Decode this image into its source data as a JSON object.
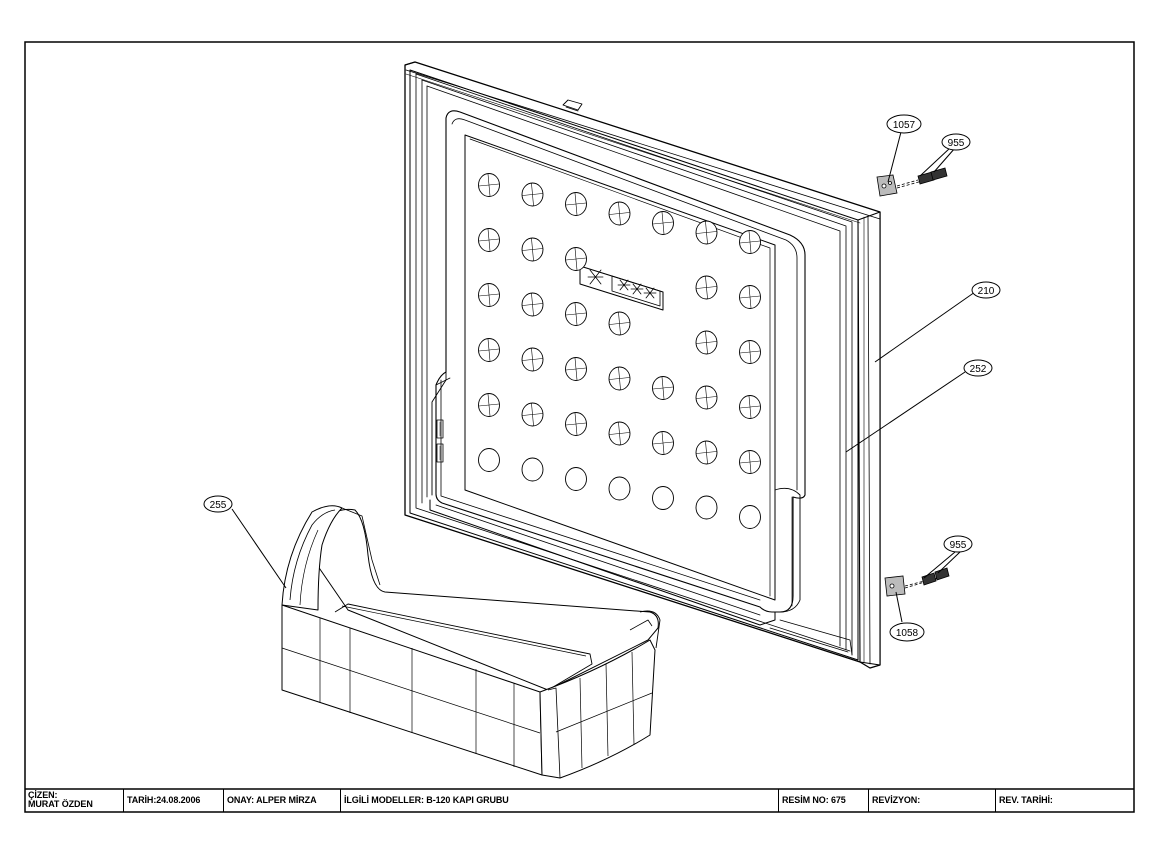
{
  "callouts": {
    "c1057": "1057",
    "c955_top": "955",
    "c210": "210",
    "c252": "252",
    "c255": "255",
    "c955_bottom": "955",
    "c1058": "1058"
  },
  "title_block": {
    "drawn_by_label": "ÇİZEN:",
    "drawn_by_name": "MURAT ÖZDEN",
    "date": "TARİH:24.08.2006",
    "approval": "ONAY: ALPER MİRZA",
    "models": "İLGİLİ MODELLER: B-120 KAPI GRUBU",
    "drawing_no": "RESİM NO: 675",
    "revision": "REVİZYON:",
    "revision_date": "REV. TARİHİ:"
  }
}
